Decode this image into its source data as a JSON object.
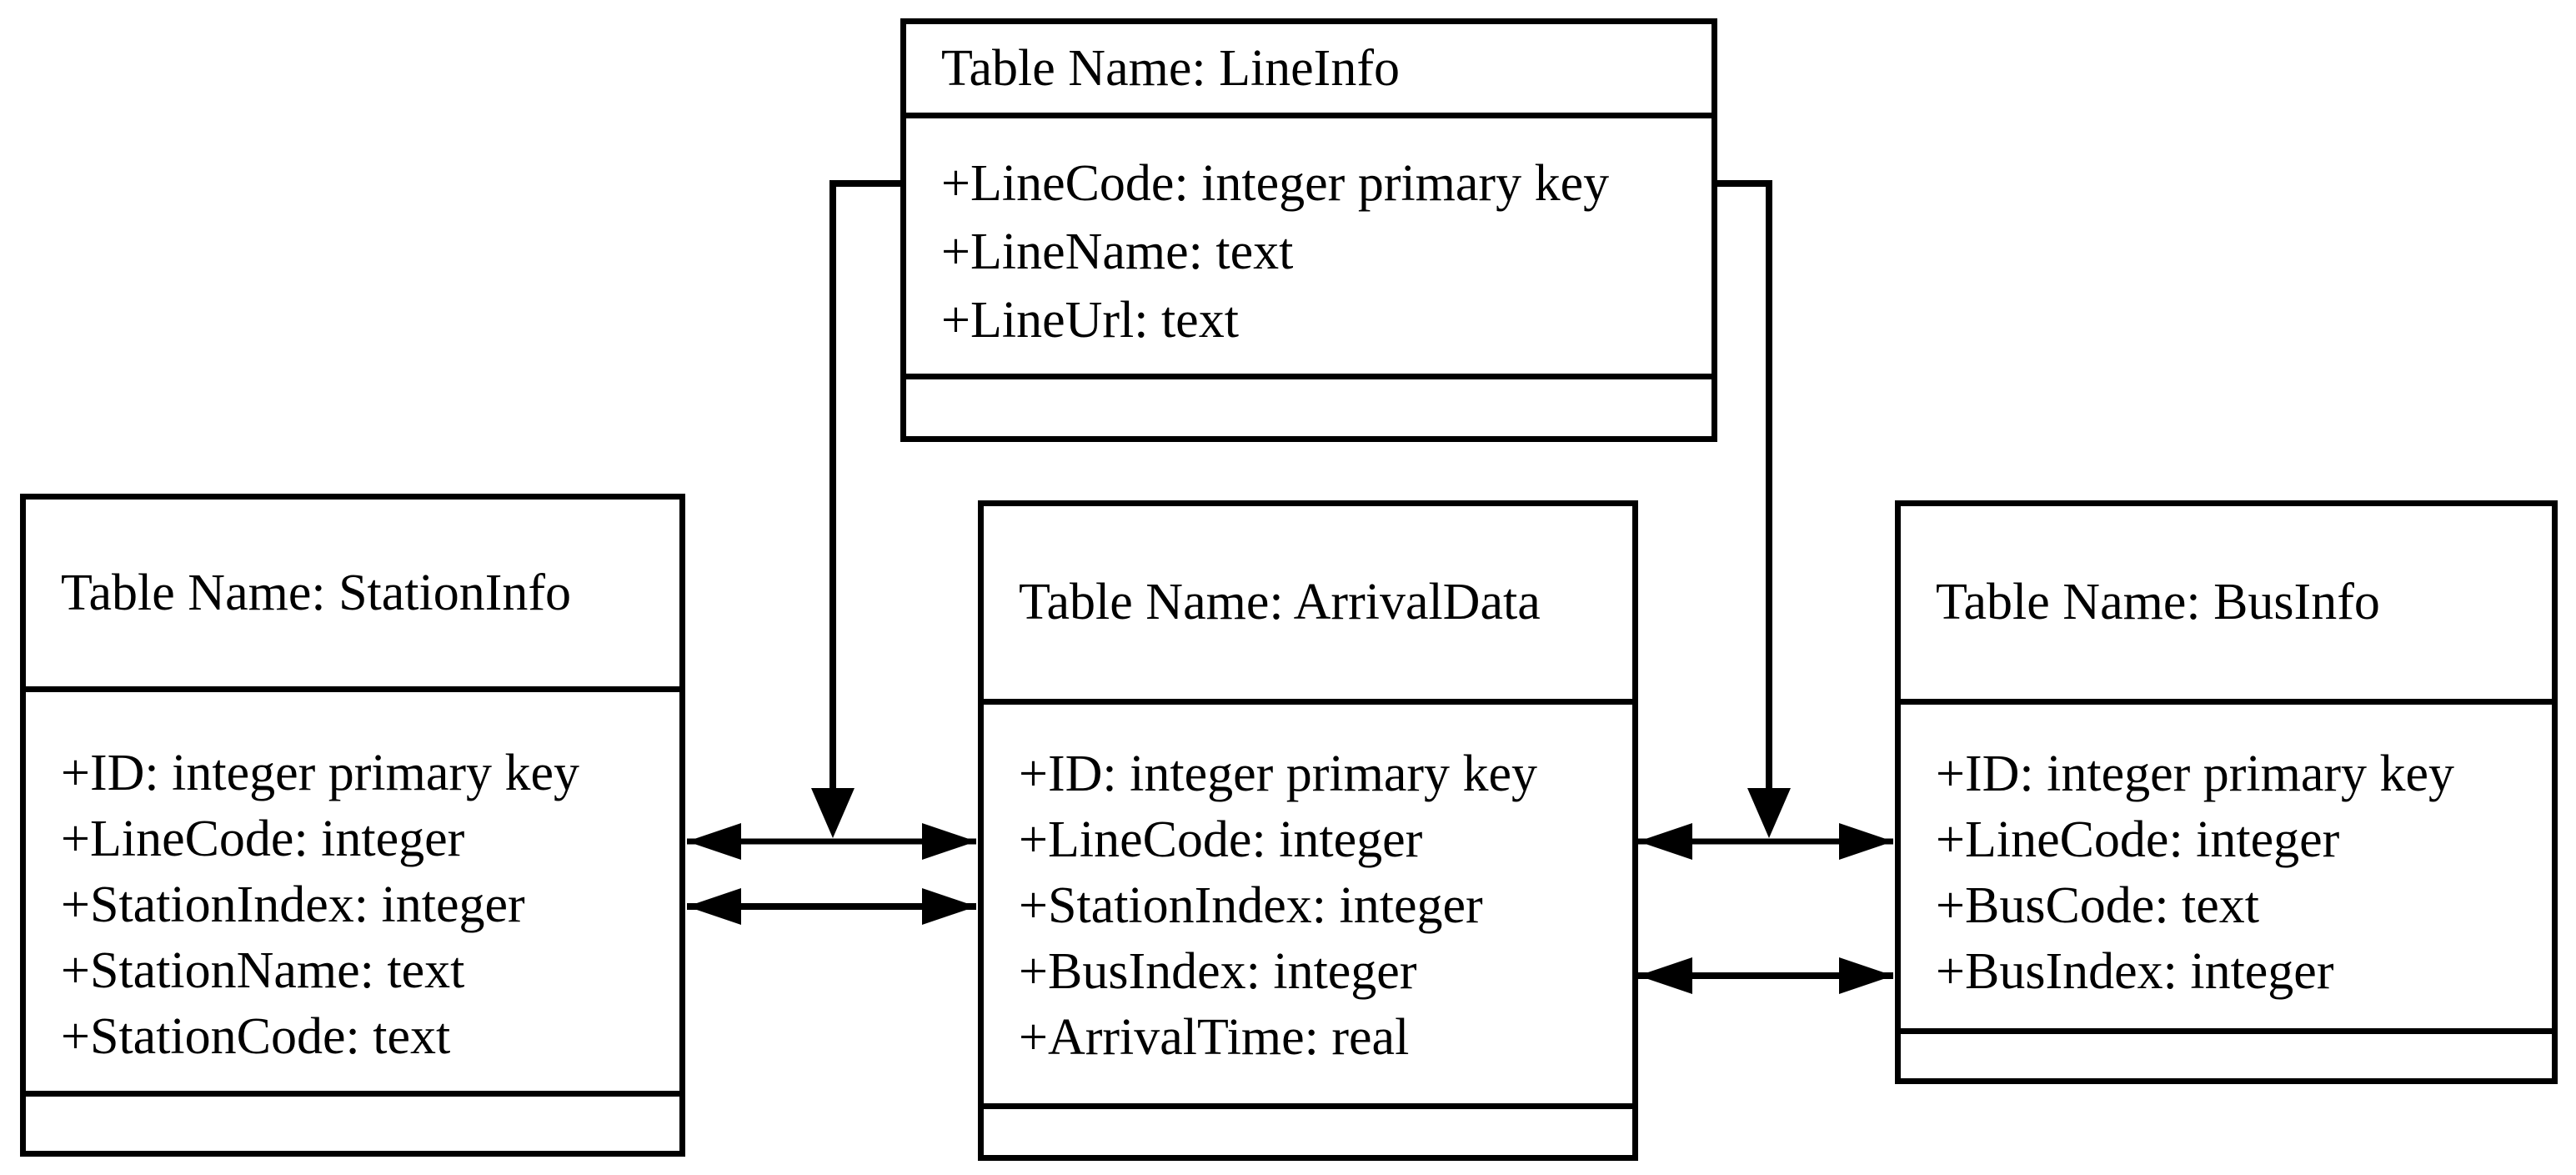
{
  "diagram_type": "database-schema",
  "colors": {
    "background": "#ffffff",
    "line": "#000000",
    "text": "#000000"
  },
  "tables": {
    "lineInfo": {
      "title": "Table Name: LineInfo",
      "fields": [
        "+LineCode: integer primary key",
        "+LineName: text",
        "+LineUrl: text"
      ]
    },
    "stationInfo": {
      "title": "Table Name: StationInfo",
      "fields": [
        "+ID: integer primary key",
        "+LineCode: integer",
        "+StationIndex: integer",
        "+StationName: text",
        "+StationCode: text"
      ]
    },
    "arrivalData": {
      "title": "Table Name: ArrivalData",
      "fields": [
        "+ID: integer primary key",
        "+LineCode: integer",
        "+StationIndex: integer",
        "+BusIndex: integer",
        "+ArrivalTime: real"
      ]
    },
    "busInfo": {
      "title": "Table Name: BusInfo",
      "fields": [
        "+ID: integer primary key",
        "+LineCode: integer",
        "+BusCode: text",
        "+BusIndex: integer"
      ]
    }
  },
  "connectors": [
    {
      "type": "down-arrow",
      "from": "LineInfo left side (LineCode row)",
      "to": "StationInfo–ArrivalData LineCode link"
    },
    {
      "type": "down-arrow",
      "from": "LineInfo right side (LineCode row)",
      "to": "ArrivalData–BusInfo LineCode link"
    },
    {
      "type": "double-headed-arrow",
      "between": [
        "StationInfo.LineCode",
        "ArrivalData.LineCode"
      ]
    },
    {
      "type": "double-headed-arrow",
      "between": [
        "StationInfo.StationIndex",
        "ArrivalData.StationIndex"
      ]
    },
    {
      "type": "double-headed-arrow",
      "between": [
        "ArrivalData.LineCode",
        "BusInfo.LineCode"
      ]
    },
    {
      "type": "double-headed-arrow",
      "between": [
        "ArrivalData.BusIndex",
        "BusInfo.BusIndex"
      ]
    }
  ]
}
